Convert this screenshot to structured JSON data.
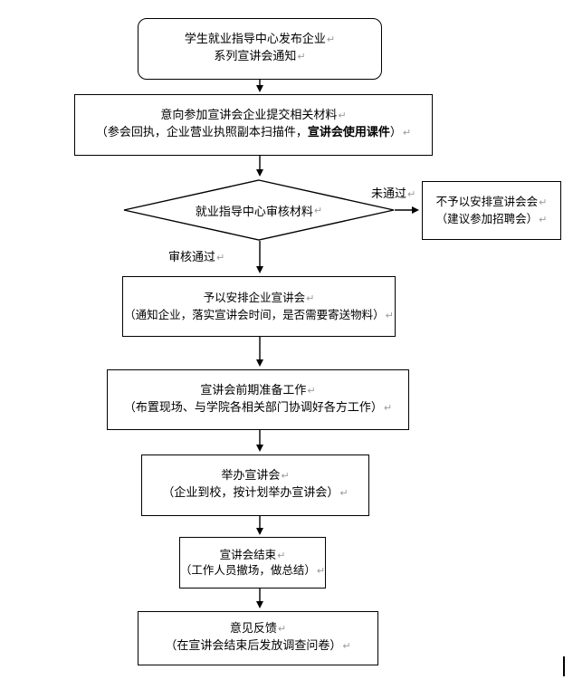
{
  "document": {
    "type": "flowchart",
    "title_implied": "企业宣讲会流程图",
    "pilcrow": "↵",
    "colors": {
      "line": "#000000",
      "text": "#000000",
      "background": "#ffffff",
      "pilcrow": "#9a9a9a"
    }
  },
  "nodes": [
    {
      "id": "publish-notice",
      "shape": "rounded-rect",
      "lines": [
        "学生就业指导中心发布企业",
        "系列宣讲会通知"
      ]
    },
    {
      "id": "submit-materials",
      "shape": "rect",
      "lines": [
        "意向参加宣讲会企业提交相关材料",
        "（参会回执，企业营业执照副本扫描件，"
      ],
      "line2_bold": "宣讲会使用课件",
      "line2_tail": "）"
    },
    {
      "id": "review-decision",
      "shape": "diamond",
      "lines": [
        "就业指导中心审核材料"
      ]
    },
    {
      "id": "reject-arrange",
      "shape": "rect",
      "lines": [
        "不予以安排宣讲会会",
        "（建议参加招聘会）"
      ]
    },
    {
      "id": "approve-arrange",
      "shape": "rect",
      "lines": [
        "予以安排企业宣讲会",
        "（通知企业，落实宣讲会时间，是否需要寄送物料）"
      ]
    },
    {
      "id": "preparation",
      "shape": "rect",
      "lines": [
        "宣讲会前期准备工作",
        "（布置现场、与学院各相关部门协调好各方工作）"
      ]
    },
    {
      "id": "hold-session",
      "shape": "rect",
      "lines": [
        "举办宣讲会",
        "（企业到校，按计划举办宣讲会）"
      ]
    },
    {
      "id": "session-end",
      "shape": "rect",
      "lines": [
        "宣讲会结束",
        "（工作人员撤场，做总结）"
      ]
    },
    {
      "id": "feedback",
      "shape": "rect",
      "lines": [
        "意见反馈",
        "（在宣讲会结束后发放调查问卷）"
      ]
    }
  ],
  "edge_labels": {
    "failed": "未通过",
    "passed": "审核通过"
  }
}
